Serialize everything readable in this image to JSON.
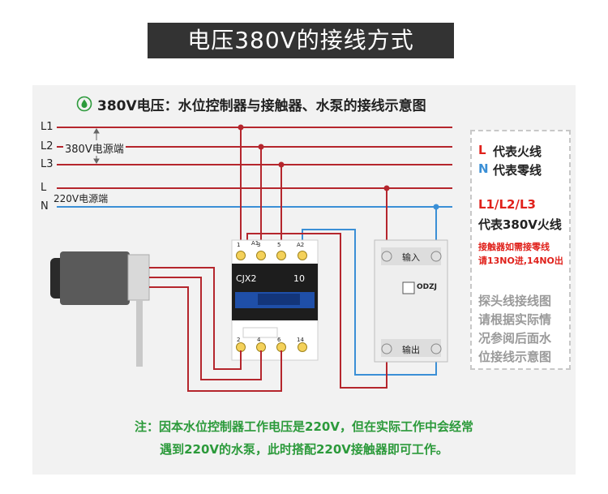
{
  "title": "电压380V的接线方式",
  "subtitle": "380V电压：水位控制器与接触器、水泵的接线示意图",
  "lines": {
    "l1": "L1",
    "l2": "L2",
    "l3": "L3",
    "source380": "380V电源端",
    "l": "L",
    "n": "N",
    "source220": "220V电源端"
  },
  "contactor": {
    "model": "CJX2",
    "rating": "10",
    "top_terminals": [
      "1",
      "3",
      "5",
      "A2"
    ],
    "bottom_terminals": [
      "2",
      "4",
      "6",
      "14"
    ],
    "a1_label": "A1"
  },
  "controller": {
    "input_label": "输入",
    "output_label": "输出",
    "brand": "ODZJ"
  },
  "legend": {
    "l_letter": "L",
    "l_text": "代表火线",
    "n_letter": "N",
    "n_text": "代表零线",
    "l123": "L1/L2/L3",
    "l123_text": "代表380V火线",
    "warn_line1": "接触器如需接零线",
    "warn_line2": "请13NO进,14NO出",
    "probe_lines": [
      "探头线接线图",
      "请根据实际情",
      "况参阅后面水",
      "位接线示意图"
    ]
  },
  "note": {
    "line1": "注：因本水位控制器工作电压是220V，但在实际工作中会经常",
    "line2": "遇到220V的水泵，此时搭配220V接触器即可工作。"
  },
  "colors": {
    "live": "#b5262d",
    "neutral": "#3b8fd6",
    "note": "#2c9a3b",
    "warn": "#e0211b"
  }
}
